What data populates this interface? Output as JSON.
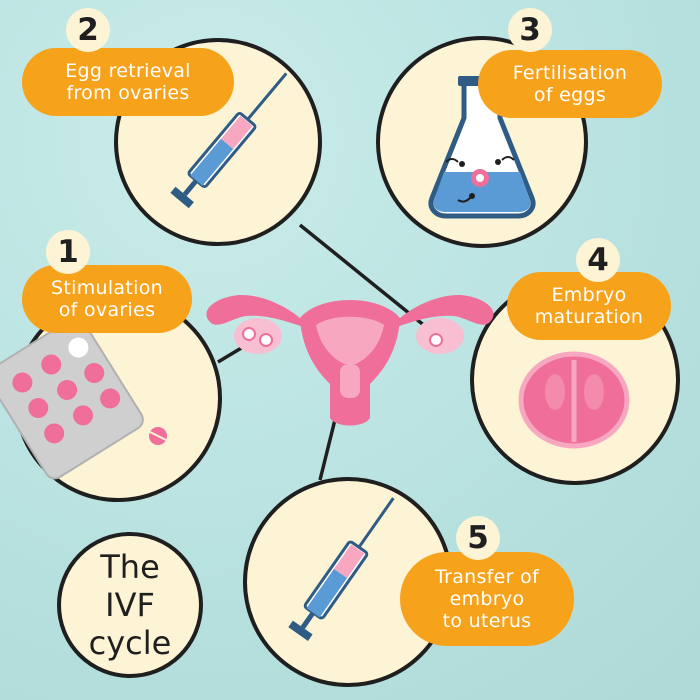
{
  "title": "The\nIVF\ncycle",
  "colors": {
    "background": "#b7e1df",
    "circle_fill": "#fdf4d6",
    "label_fill": "#f7a21b",
    "accent_pink": "#ef6f9a",
    "line": "#1f1f1f"
  },
  "steps": [
    {
      "number": "1",
      "label": "Stimulation\nof ovaries",
      "icon": "pill-blister-icon"
    },
    {
      "number": "2",
      "label": "Egg retrieval\nfrom ovaries",
      "icon": "syringe-icon"
    },
    {
      "number": "3",
      "label": "Fertilisation\nof eggs",
      "icon": "flask-icon"
    },
    {
      "number": "4",
      "label": "Embryo\nmaturation",
      "icon": "embryo-icon"
    },
    {
      "number": "5",
      "label": "Transfer of\nembryo\nto uterus",
      "icon": "syringe-icon"
    }
  ],
  "center_icon": "uterus-icon"
}
